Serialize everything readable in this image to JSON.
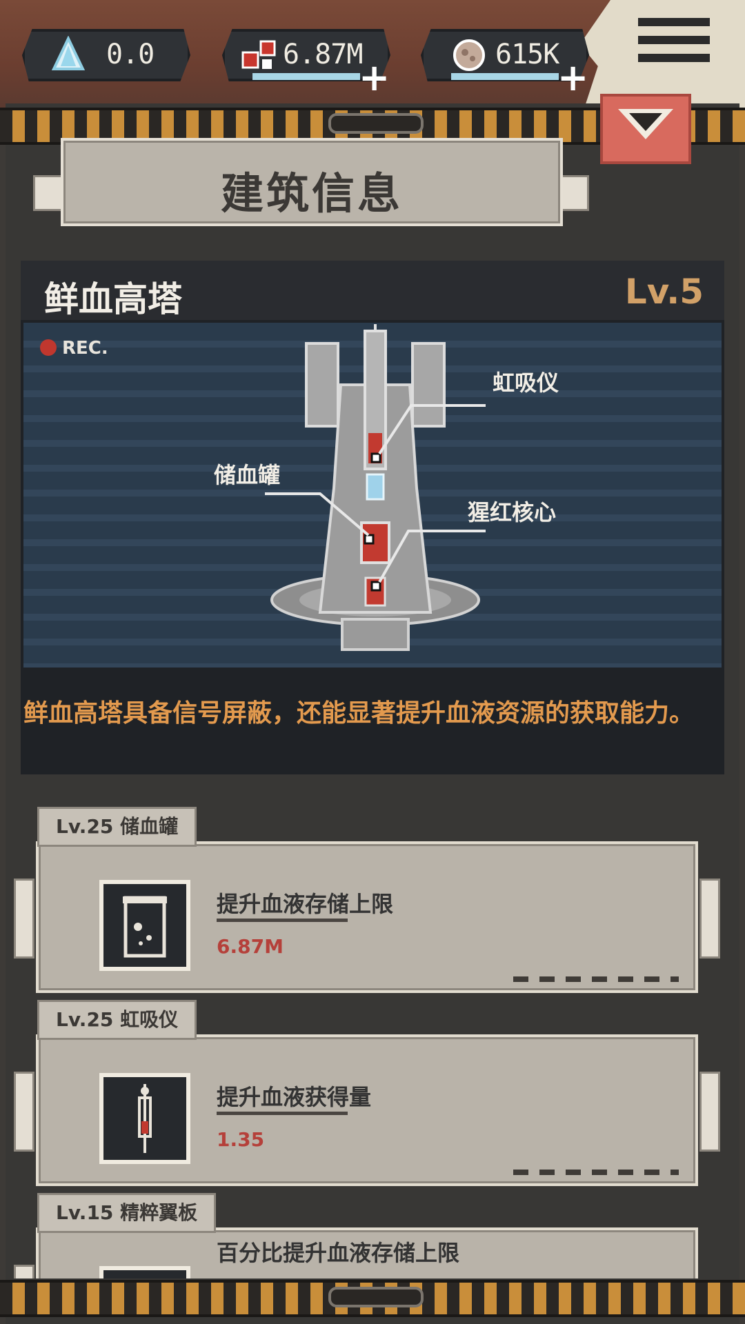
{
  "resources": [
    {
      "icon": "crystal-icon",
      "value": "0.0",
      "has_plus": false
    },
    {
      "icon": "blood-icon",
      "value": "6.87M",
      "has_plus": true,
      "plus": "+"
    },
    {
      "icon": "ore-icon",
      "value": "615K",
      "has_plus": true,
      "plus": "+"
    }
  ],
  "panel": {
    "title": "建筑信息"
  },
  "building": {
    "name": "鲜血高塔",
    "level": "Lv.5",
    "rec": "REC.",
    "callouts": [
      "虹吸仪",
      "储血罐",
      "猩红核心"
    ],
    "description": "鲜血高塔具备信号屏蔽，还能显著提升血液资源的获取能力。"
  },
  "upgrades": [
    {
      "tag_level": "Lv.25",
      "tag_name": "储血罐",
      "desc": "提升血液存储上限",
      "value": "6.87M"
    },
    {
      "tag_level": "Lv.25",
      "tag_name": "虹吸仪",
      "desc": "提升血液获得量",
      "value": "1.35"
    },
    {
      "tag_level": "Lv.15",
      "tag_name": "精粹翼板",
      "desc": "百分比提升血液存储上限",
      "value": ""
    }
  ],
  "colors": {
    "accent": "#d2a168",
    "desc_text": "#e39a4e",
    "value_red": "#b5403a",
    "dropdown": "#d86a5e"
  }
}
